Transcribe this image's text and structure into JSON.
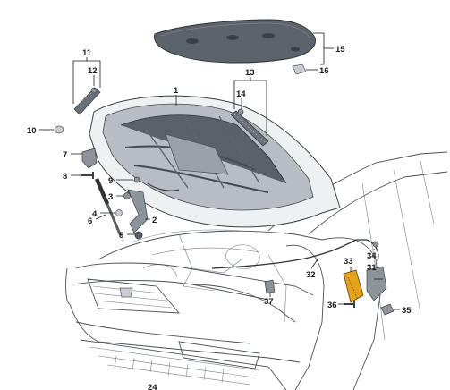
{
  "diagram": {
    "callouts": [
      "1",
      "2",
      "3",
      "4",
      "5",
      "6",
      "7",
      "8",
      "9",
      "10",
      "11",
      "12",
      "13",
      "14",
      "15",
      "16",
      "24",
      "31",
      "32",
      "33",
      "34",
      "35",
      "36",
      "37"
    ]
  },
  "colors": {
    "part_fill": "#5b6168",
    "highlight": "#e3a21a",
    "line": "#4a4f55"
  }
}
